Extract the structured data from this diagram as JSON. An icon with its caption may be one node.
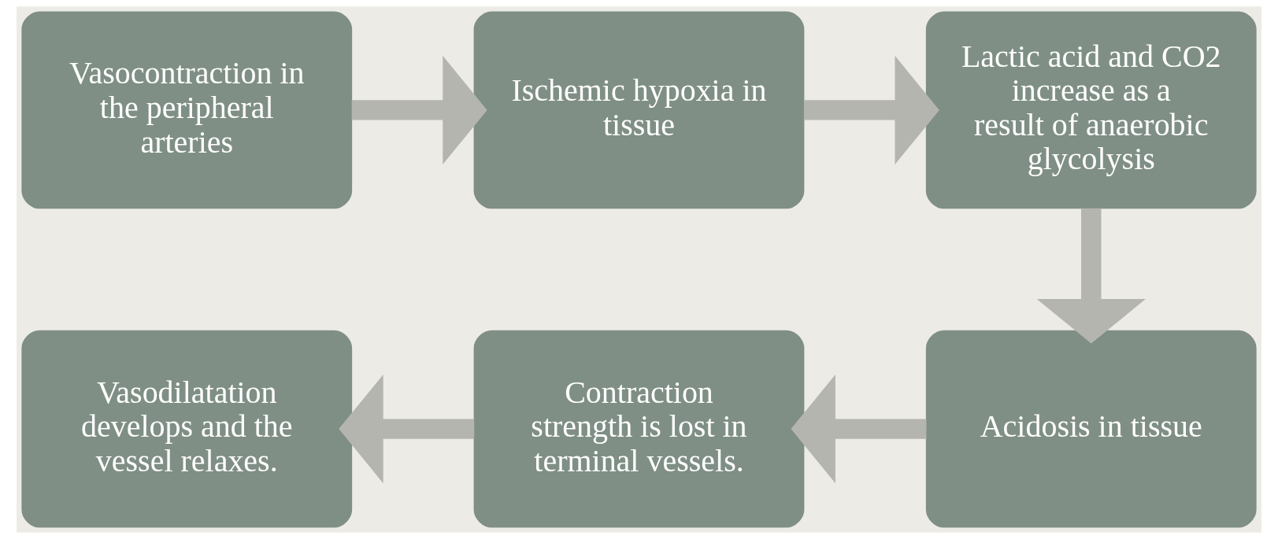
{
  "diagram": {
    "nodes": [
      {
        "text": [
          "Vasocontraction in the peripheral arteries"
        ]
      },
      {
        "text": [
          "Ischemic hypoxia in tissue"
        ]
      },
      {
        "text": [
          "Lactic acid and CO2 increase as a result of anaerobic glycolysis"
        ]
      },
      {
        "text": [
          "Acidosis in tissue"
        ]
      },
      {
        "text": [
          "Contraction strength is lost in terminal vessels."
        ]
      },
      {
        "text": [
          "Vasodilatation develops and the vessel relaxes."
        ]
      }
    ],
    "edges": [
      {
        "from": 0,
        "to": 1,
        "arrow": "to"
      },
      {
        "from": 1,
        "to": 2,
        "arrow": "to"
      },
      {
        "from": 2,
        "to": 3,
        "arrow": "to"
      },
      {
        "from": 3,
        "to": 4,
        "arrow": "to"
      },
      {
        "from": 4,
        "to": 5,
        "arrow": "to"
      }
    ]
  }
}
